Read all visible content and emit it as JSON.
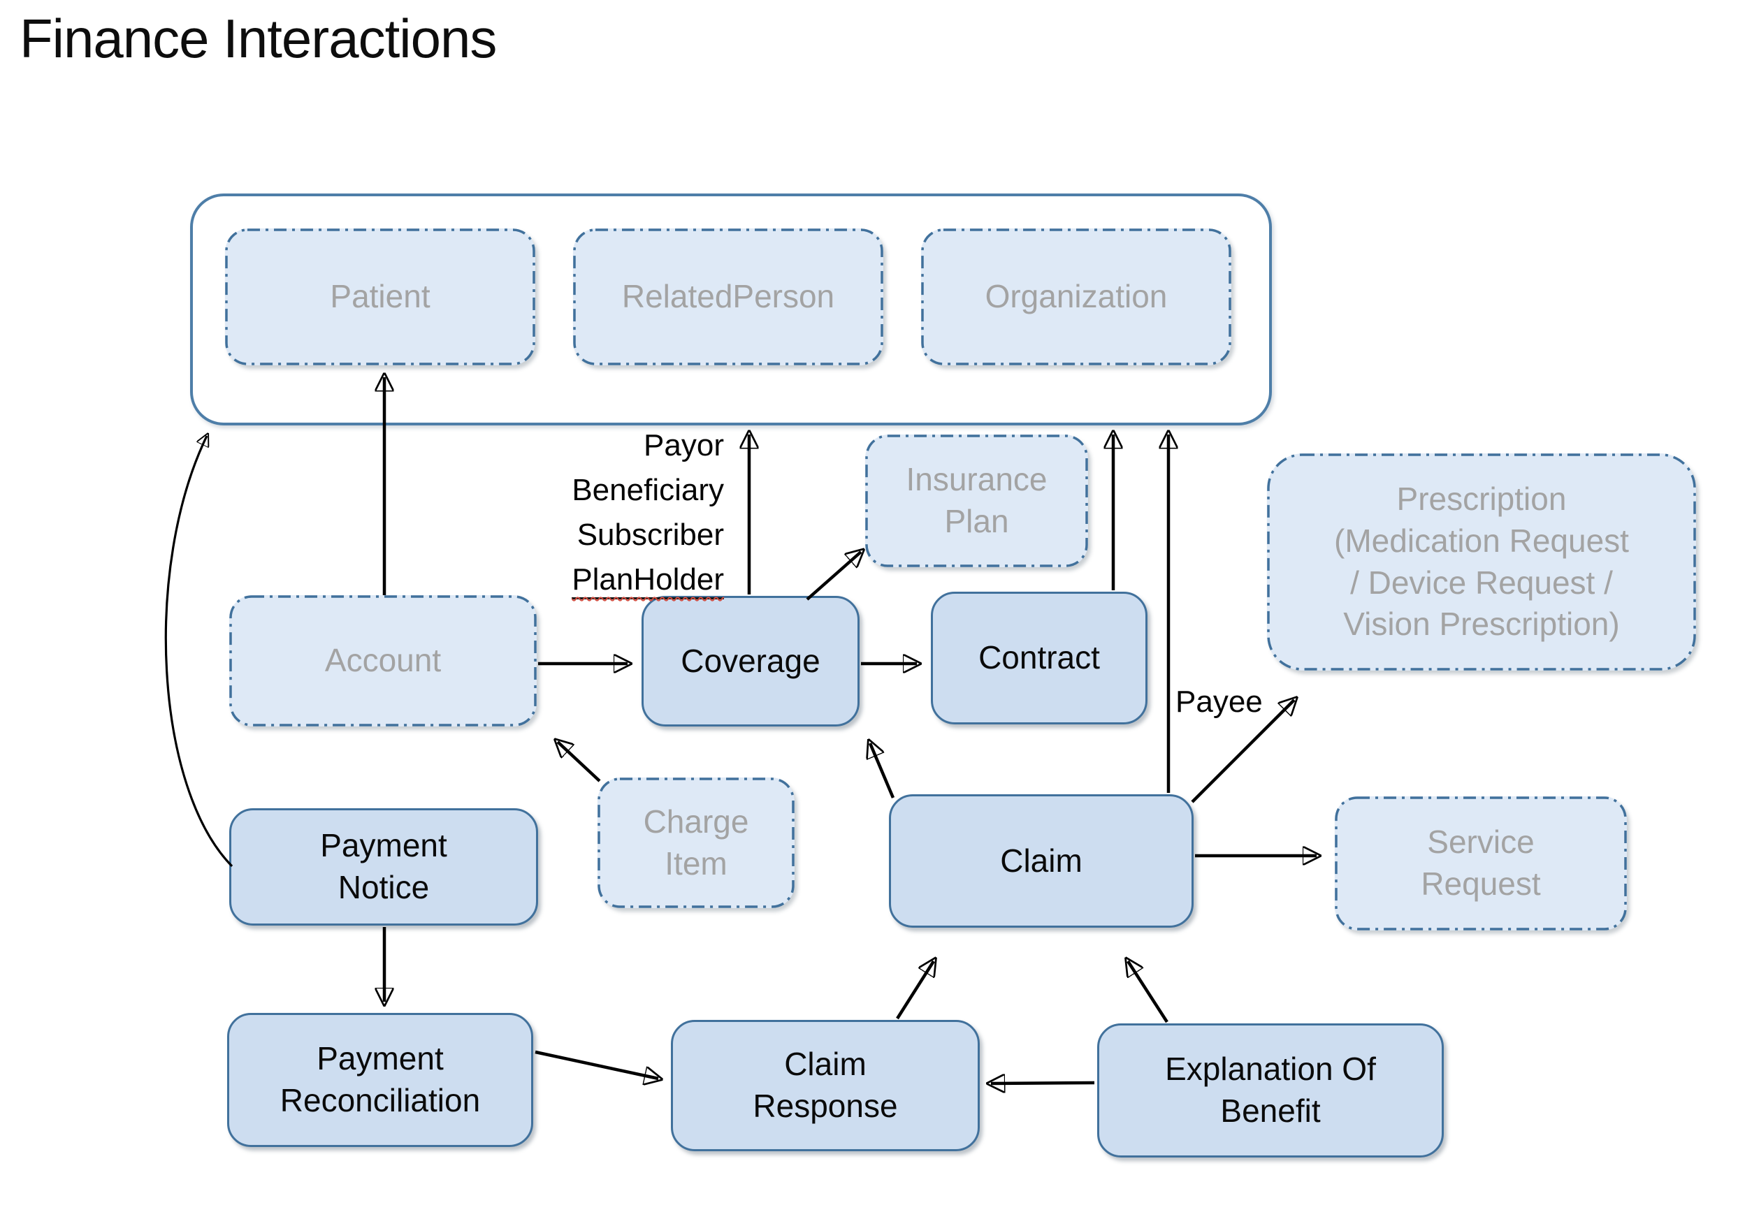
{
  "title": "Finance Interactions",
  "boxes": {
    "patient": {
      "label": "Patient"
    },
    "related_person": {
      "label": "RelatedPerson"
    },
    "organization": {
      "label": "Organization"
    },
    "insurance_plan": {
      "label": "Insurance\nPlan"
    },
    "prescription": {
      "label": "Prescription\n(Medication Request\n/ Device Request /\nVision Prescription)"
    },
    "account": {
      "label": "Account"
    },
    "coverage": {
      "label": "Coverage"
    },
    "contract": {
      "label": "Contract"
    },
    "charge_item": {
      "label": "Charge\nItem"
    },
    "claim": {
      "label": "Claim"
    },
    "service_request": {
      "label": "Service\nRequest"
    },
    "payment_notice": {
      "label": "Payment\nNotice"
    },
    "payment_reconciliation": {
      "label": "Payment\nReconciliation"
    },
    "claim_response": {
      "label": "Claim\nResponse"
    },
    "explanation_of_benefit": {
      "label": "Explanation Of\nBenefit"
    }
  },
  "edge_labels": {
    "payor": "Payor",
    "beneficiary": "Beneficiary",
    "subscriber": "Subscriber",
    "planholder": "PlanHolder",
    "payee": "Payee"
  },
  "colors": {
    "box_border_blue": "#41719c",
    "group_border_blue": "#4e7ea8",
    "solid_box_fill": "#cdddf0",
    "dashed_box_fill": "#dee9f6",
    "gray_text": "#a3a3a3",
    "black_text": "#0a0a0a",
    "arrow_color": "#000000",
    "planholder_squiggle": "#cf4a3d"
  }
}
